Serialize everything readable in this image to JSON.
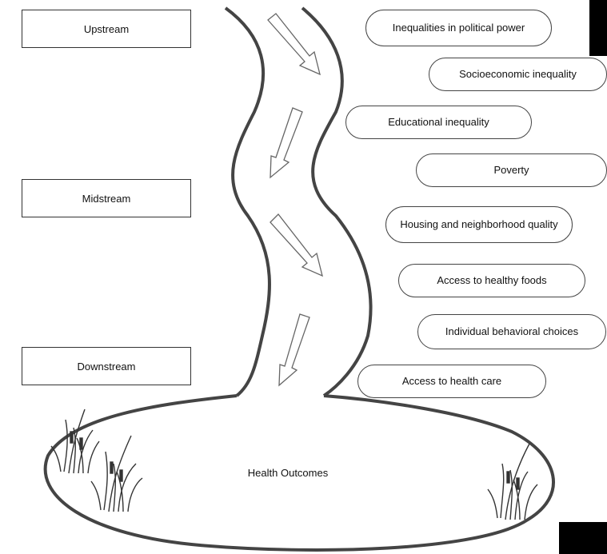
{
  "stages": {
    "upstream": "Upstream",
    "midstream": "Midstream",
    "downstream": "Downstream"
  },
  "factors": [
    "Inequalities in political power",
    "Socioeconomic inequality",
    "Educational inequality",
    "Poverty",
    "Housing and neighborhood quality",
    "Access to healthy foods",
    "Individual behavioral choices",
    "Access to health care"
  ],
  "outcome": "Health Outcomes",
  "colors": {
    "line": "#444444",
    "background": "#ffffff",
    "frame": "#000000"
  }
}
